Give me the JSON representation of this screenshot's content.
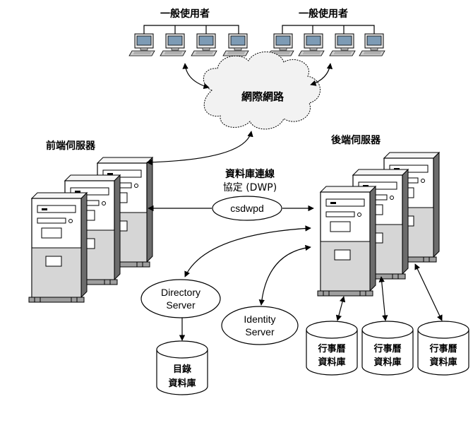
{
  "users": {
    "left_label": "一般使用者",
    "right_label": "一般使用者"
  },
  "internet": {
    "label": "網際網路"
  },
  "front_servers": {
    "label": "前端伺服器"
  },
  "back_servers": {
    "label": "後端伺服器"
  },
  "protocol": {
    "line1": "資料庫連線",
    "line2": "協定 (DWP)",
    "node": "csdwpd"
  },
  "directory_server": {
    "line1": "Directory",
    "line2": "Server"
  },
  "identity_server": {
    "line1": "Identity",
    "line2": "Server"
  },
  "directory_db": {
    "line1": "目錄",
    "line2": "資料庫"
  },
  "calendar_dbs": [
    {
      "line1": "行事曆",
      "line2": "資料庫"
    },
    {
      "line1": "行事曆",
      "line2": "資料庫"
    },
    {
      "line1": "行事曆",
      "line2": "資料庫"
    }
  ],
  "colors": {
    "cloud": "#f2f2f2",
    "tower_top": "#ffffff",
    "tower_bottom": "#d6d6d6",
    "screen": "#7d9bb5"
  }
}
